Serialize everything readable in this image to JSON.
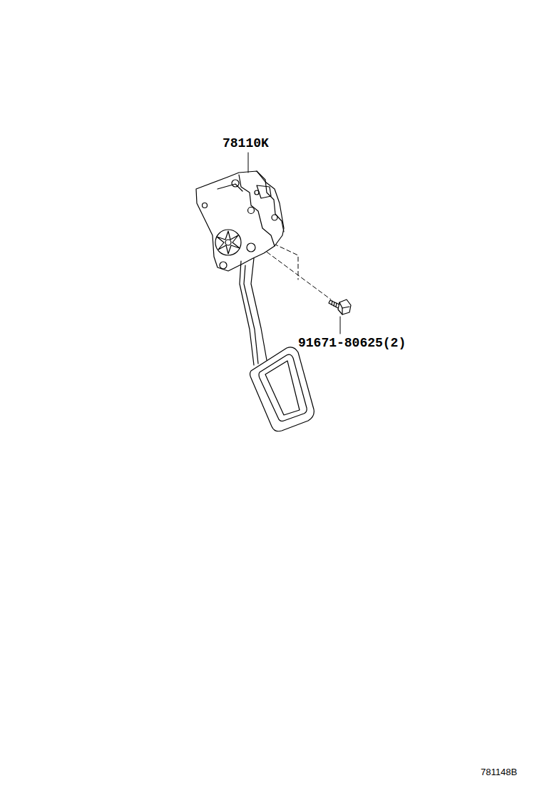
{
  "diagram": {
    "labels": [
      "78110K",
      "91671-80625(2)",
      "781148B"
    ]
  }
}
